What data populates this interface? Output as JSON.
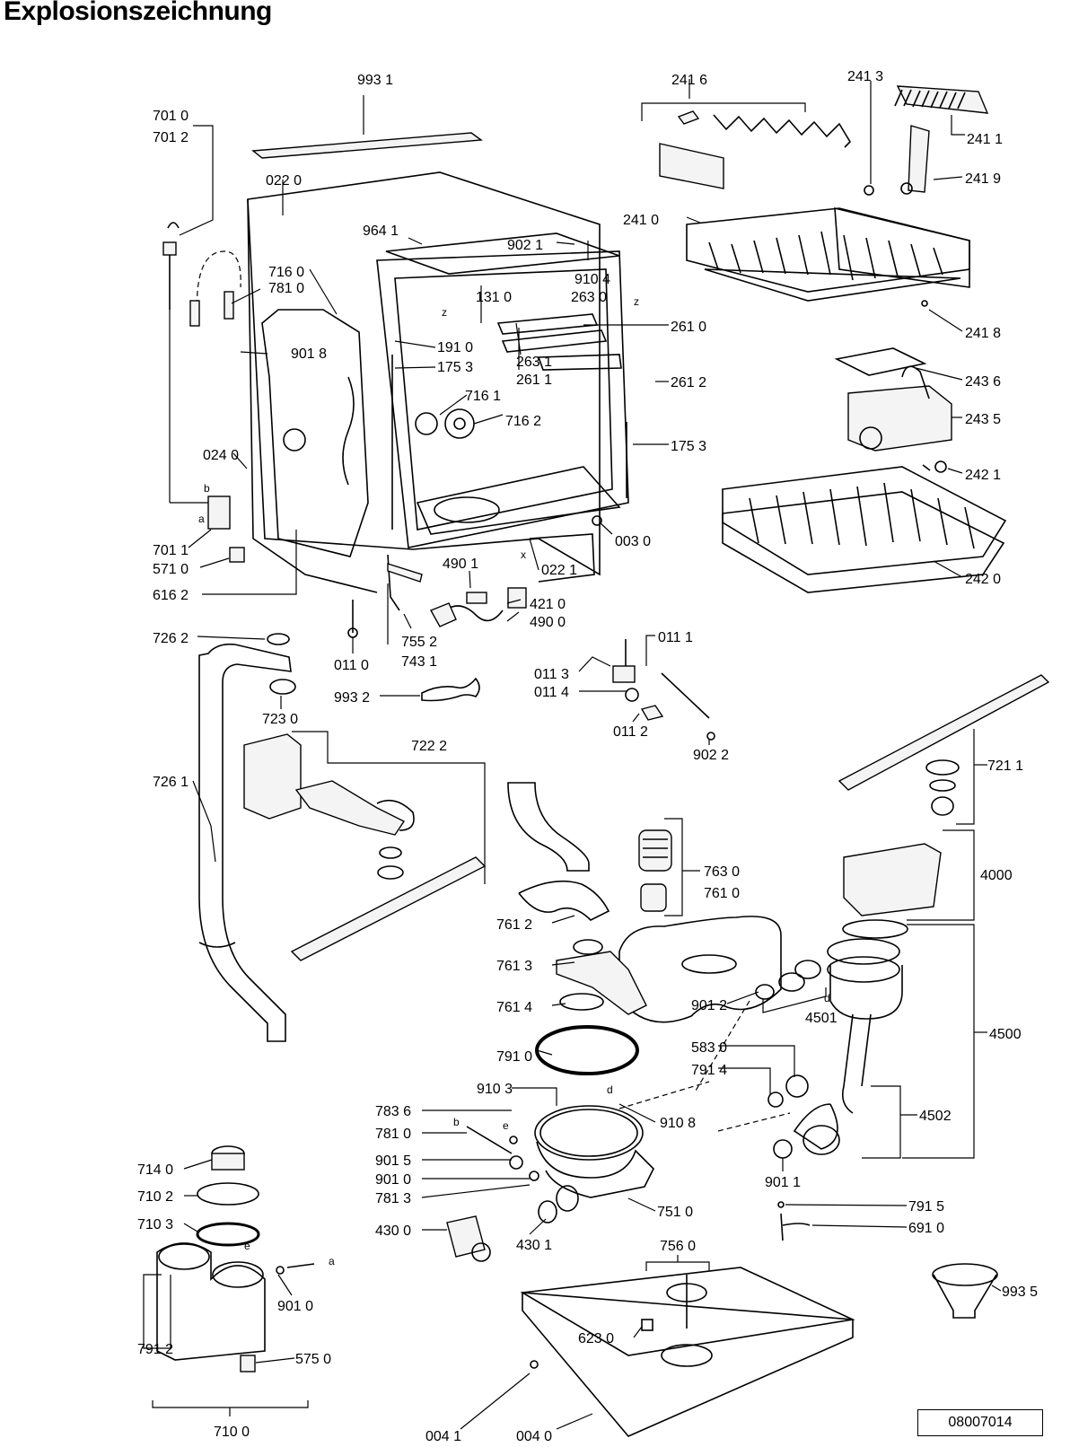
{
  "title": "Explosionszeichnung",
  "document_number": "08007014",
  "part_labels": {
    "p9931": "993 1",
    "p7010": "701 0",
    "p7012": "701 2",
    "p0220": "022 0",
    "p9641": "964 1",
    "p9021": "902 1",
    "p9104": "910 4",
    "p1310": "131 0",
    "p2630": "263 0",
    "p7160": "716 0",
    "p7810": "781 0",
    "p9018": "901 8",
    "p1910": "191 0",
    "p1753a": "175 3",
    "p2631": "263 1",
    "p2611": "261 1",
    "p2610": "261 0",
    "p2612": "261 2",
    "p7161": "716 1",
    "p7162": "716 2",
    "p1753b": "175 3",
    "p0240": "024 0",
    "p0030": "003 0",
    "p7011": "701 1",
    "p5710": "571 0",
    "p6162": "616 2",
    "p4901": "490 1",
    "p0221": "022 1",
    "p4210": "421 0",
    "p4900": "490 0",
    "p7552": "755 2",
    "p7431": "743 1",
    "p0110": "011 0",
    "p2416": "241 6",
    "p2413": "241 3",
    "p2411": "241 1",
    "p2419": "241 9",
    "p2410": "241 0",
    "p2418": "241 8",
    "p2436": "243 6",
    "p2435": "243 5",
    "p2421": "242 1",
    "p2420": "242 0",
    "p7262": "726 2",
    "p7230": "723 0",
    "p9932": "993 2",
    "p0111": "011 1",
    "p0113": "011 3",
    "p0114": "011 4",
    "p0112": "011 2",
    "p9022": "902 2",
    "p7222": "722 2",
    "p7261": "726 1",
    "p7211": "721 1",
    "p7630": "763 0",
    "p7610": "761 0",
    "p7612": "761 2",
    "p4000": "4000",
    "p7613": "761 3",
    "p7614": "761 4",
    "p9012": "901 2",
    "p4501": "4501",
    "p4500": "4500",
    "p7910": "791 0",
    "p5830": "583 0",
    "p7914": "791 4",
    "p9103": "910 3",
    "p9108": "910 8",
    "p7836": "783 6",
    "p7810b": "781 0",
    "p4502": "4502",
    "p9015": "901 5",
    "p9010": "901 0",
    "p7813": "781 3",
    "p9011": "901 1",
    "p7140": "714 0",
    "p7102": "710 2",
    "p7103": "710 3",
    "p7510": "751 0",
    "p7915": "791 5",
    "p6910": "691 0",
    "p4300": "430 0",
    "p4301": "430 1",
    "p7560": "756 0",
    "p9901": "901 0",
    "p7912": "791 2",
    "p5750": "575 0",
    "p6230": "623 0",
    "p9935": "993 5",
    "p0041": "004 1",
    "p0040": "004 0",
    "p7100": "710 0"
  },
  "letter_marks": {
    "b1": "b",
    "a1": "a",
    "z1": "z",
    "z2": "z",
    "x1": "x",
    "d1": "d",
    "d2": "d",
    "b2": "b",
    "e1": "e",
    "e2": "e",
    "a2": "a"
  }
}
